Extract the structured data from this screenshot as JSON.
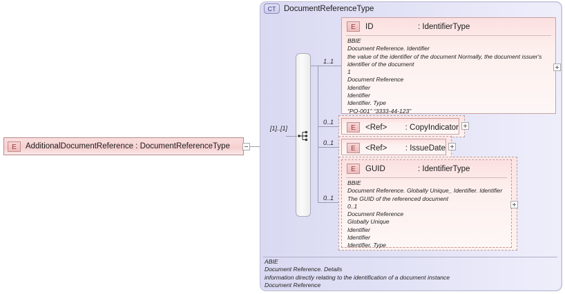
{
  "diagram": {
    "type": "xsd-schema-diagram",
    "colors": {
      "element_fill": "#fadede",
      "element_border": "#b48a8a",
      "complextype_fill": "#dedef4",
      "complextype_border": "#b9b9cf",
      "badge_e_text": "#8d3b3b",
      "badge_ct_text": "#3b3b8d",
      "connector": "#9a9ab4"
    }
  },
  "root_element": {
    "badge": "E",
    "badge_icon": "element-badge-icon",
    "label": "AdditionalDocumentReference : DocumentReferenceType",
    "name": "AdditionalDocumentReference",
    "type": "DocumentReferenceType",
    "collapse_control": "minus-box-icon"
  },
  "complex_type": {
    "badge": "CT",
    "badge_icon": "complextype-badge-icon",
    "title": "DocumentReferenceType",
    "compositor": "sequence",
    "compositor_icon": "sequence-icon",
    "compositor_occurrence": "[1]..[1]"
  },
  "children": [
    {
      "id": "id",
      "badge": "E",
      "name": "ID",
      "type": ": IdentifierType",
      "occurrence": "1..1",
      "style": "solid",
      "expand_control": "plus-box-icon",
      "documentation": "BBIE\nDocument Reference. Identifier\nthe value of the identifier of the document Normally, the document issuer's\nidentifier of the document\n1\nDocument Reference\nIdentifier\nIdentifier\nIdentifier. Type\n“PO-001” “3333-44-123”"
    },
    {
      "id": "copyindicator",
      "badge": "E",
      "name": "<Ref>",
      "type": ": CopyIndicator",
      "occurrence": "0..1",
      "style": "dashed",
      "expand_control": "plus-box-icon",
      "documentation": ""
    },
    {
      "id": "issuedate",
      "badge": "E",
      "name": "<Ref>",
      "type": ": IssueDate",
      "occurrence": "0..1",
      "style": "dashed",
      "expand_control": "plus-box-icon",
      "documentation": ""
    },
    {
      "id": "guid",
      "badge": "E",
      "name": "GUID",
      "type": ": IdentifierType",
      "occurrence": "0..1",
      "style": "dashed",
      "expand_control": "plus-box-icon",
      "documentation": "BBIE\nDocument Reference. Globally Unique_ Identifier. Identifier\nThe GUID of the referenced document\n0..1\nDocument Reference\nGlobally Unique\nIdentifier\nIdentifier\nIdentifier. Type"
    }
  ],
  "footer": {
    "documentation": "ABIE\nDocument Reference. Details\ninformation directly relating to the identification of a document instance\nDocument Reference"
  }
}
